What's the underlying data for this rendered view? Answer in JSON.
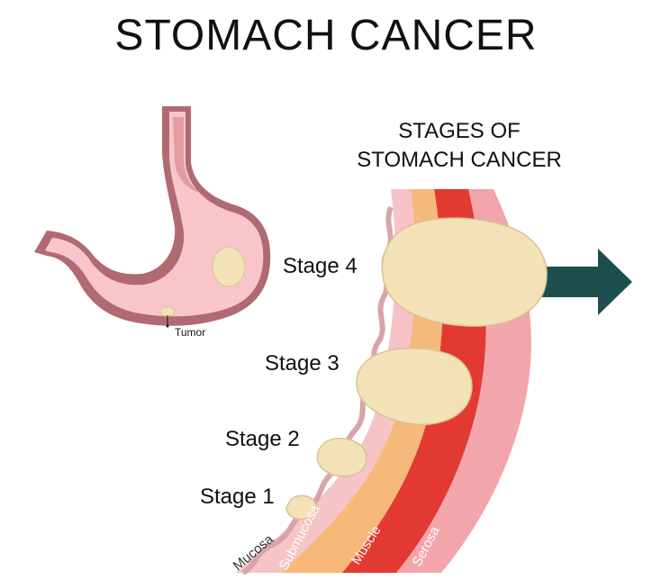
{
  "title": "STOMACH CANCER",
  "subtitle_line1": "STAGES OF",
  "subtitle_line2": "STOMACH CANCER",
  "stages": [
    "Stage 4",
    "Stage 3",
    "Stage 2",
    "Stage 1"
  ],
  "tumor_label": "Tumor",
  "layers": [
    "Mucosa",
    "Submucosa",
    "Muscle",
    "Serosa"
  ],
  "colors": {
    "mucosa": "#f6c3c6",
    "submucosa": "#f6b979",
    "muscle": "#e23a33",
    "serosa": "#f3a5ac",
    "tumor": "#f3e2b7",
    "arrow": "#1e4f4f",
    "stomach_inner": "#f8c6ca",
    "stomach_outer": "#9b5a62"
  }
}
